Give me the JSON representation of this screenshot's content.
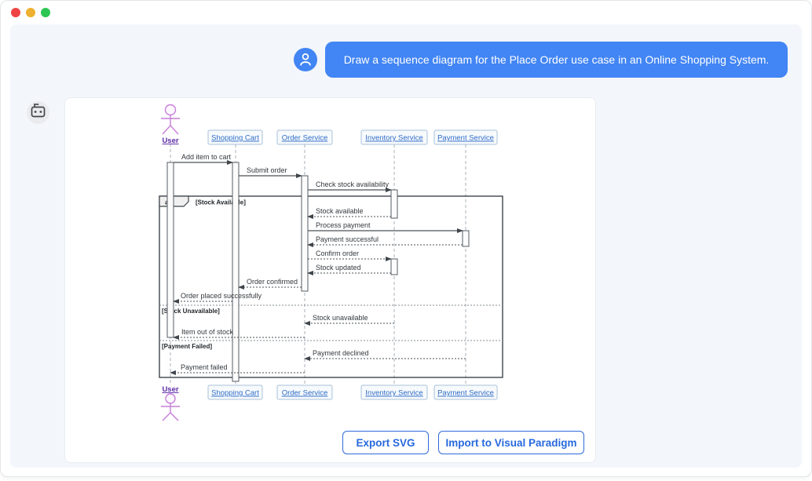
{
  "window": {
    "traffic_lights": [
      "close",
      "minimize",
      "zoom"
    ]
  },
  "chat": {
    "user_message": "Draw a sequence diagram for the Place Order use case in an Online Shopping System.",
    "user_avatar_icon": "user-icon",
    "bot_avatar_icon": "robot-icon"
  },
  "diagram": {
    "type": "uml-sequence",
    "participants": [
      {
        "name": "User",
        "type": "actor"
      },
      {
        "name": "Shopping Cart",
        "type": "participant"
      },
      {
        "name": "Order Service",
        "type": "participant"
      },
      {
        "name": "Inventory Service",
        "type": "participant"
      },
      {
        "name": "Payment Service",
        "type": "participant"
      }
    ],
    "messages": [
      {
        "label": "Add item to cart",
        "from": "User",
        "to": "Shopping Cart",
        "line": "solid"
      },
      {
        "label": "Submit order",
        "from": "Shopping Cart",
        "to": "Order Service",
        "line": "solid"
      },
      {
        "label": "Check stock availability",
        "from": "Order Service",
        "to": "Inventory Service",
        "line": "solid"
      },
      {
        "label": "Stock available",
        "from": "Inventory Service",
        "to": "Order Service",
        "line": "dashed"
      },
      {
        "label": "Process payment",
        "from": "Order Service",
        "to": "Payment Service",
        "line": "solid"
      },
      {
        "label": "Payment successful",
        "from": "Payment Service",
        "to": "Order Service",
        "line": "dashed"
      },
      {
        "label": "Confirm order",
        "from": "Order Service",
        "to": "Inventory Service",
        "line": "dashed"
      },
      {
        "label": "Stock updated",
        "from": "Inventory Service",
        "to": "Order Service",
        "line": "dashed"
      },
      {
        "label": "Order confirmed",
        "from": "Order Service",
        "to": "Shopping Cart",
        "line": "dashed"
      },
      {
        "label": "Order placed successfully",
        "from": "Shopping Cart",
        "to": "User",
        "line": "dashed"
      },
      {
        "label": "Stock unavailable",
        "from": "Inventory Service",
        "to": "Order Service",
        "line": "dashed"
      },
      {
        "label": "Item out of stock",
        "from": "Order Service",
        "to": "User",
        "line": "dashed"
      },
      {
        "label": "Payment declined",
        "from": "Payment Service",
        "to": "Order Service",
        "line": "dashed"
      },
      {
        "label": "Payment failed",
        "from": "Order Service",
        "to": "User",
        "line": "dashed"
      }
    ],
    "fragment": {
      "operator": "alt",
      "conditions": [
        "[Stock Available]",
        "[Stock Unavailable]",
        "[Payment Failed]"
      ]
    }
  },
  "actions": {
    "export_label": "Export SVG",
    "import_label": "Import to Visual Paradigm"
  },
  "colors": {
    "accent_blue": "#4285f4",
    "participant_link": "#2e6bc8",
    "actor_purple": "#c77fd9",
    "actor_label_purple": "#5b2ba5",
    "button_blue": "#2669dd"
  }
}
